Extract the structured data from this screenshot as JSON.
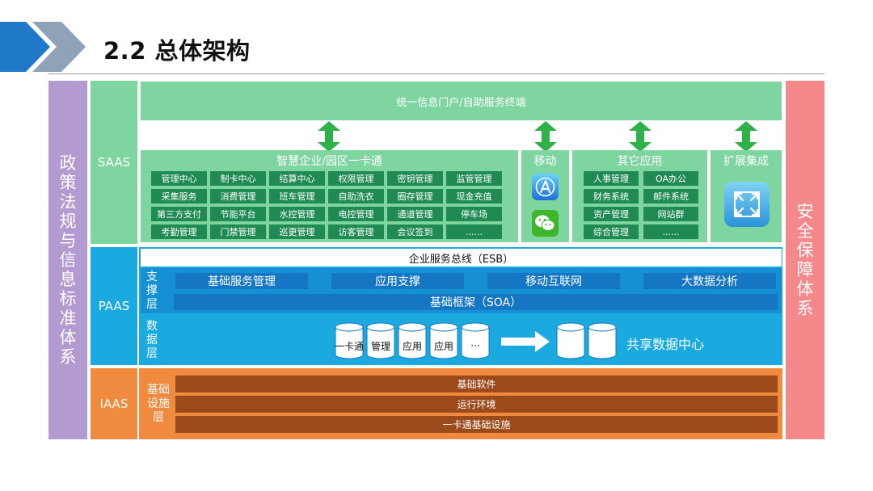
{
  "header": {
    "title": "2.2 总体架构"
  },
  "left_side": {
    "text": "政策法规与信息标准体系"
  },
  "right_side": {
    "text": "安全保障体系"
  },
  "layers": {
    "saas": "SAAS",
    "paas": "PAAS",
    "iaas": "IAAS"
  },
  "saas": {
    "portal": "统一信息门户/自助服务终端",
    "main_title": "智慧企业/园区一卡通",
    "main_rows": [
      [
        "管理中心",
        "制卡中心",
        "结算中心",
        "权限管理",
        "密钥管理",
        "监管管理"
      ],
      [
        "采集服务",
        "消费管理",
        "班车管理",
        "自助洗衣",
        "圈存管理",
        "现金充值"
      ],
      [
        "第三方支付",
        "节能平台",
        "水控管理",
        "电控管理",
        "通道管理",
        "停车场"
      ],
      [
        "考勤管理",
        "门禁管理",
        "巡更管理",
        "访客管理",
        "会议签到",
        "......"
      ]
    ],
    "mobile_title": "移动",
    "mobile_icons": [
      "app-store-icon",
      "wechat-icon"
    ],
    "other_title": "其它应用",
    "other_rows": [
      [
        "人事管理",
        "OA办公"
      ],
      [
        "财务系统",
        "邮件系统"
      ],
      [
        "资产管理",
        "网站群"
      ],
      [
        "综合管理",
        "......"
      ]
    ],
    "ext_title": "扩展集成",
    "ext_icon": "expand-icon"
  },
  "paas": {
    "esb": "企业服务总线（ESB）",
    "support_label": "支撑层",
    "support_items": [
      "基础服务管理",
      "应用支撑",
      "移动互联网",
      "大数据分析"
    ],
    "soa": "基础框架（SOA）",
    "data_label": "数据层",
    "databases": [
      "一卡通",
      "管理",
      "应用",
      "应用",
      "···"
    ],
    "shared_center": "共享数据中心"
  },
  "iaas": {
    "label": "基础设施层",
    "bars": [
      "基础软件",
      "运行环境",
      "一卡通基础设施"
    ]
  },
  "colors": {
    "saas_green": "#7fd5a0",
    "saas_cell": "#1f8a52",
    "paas_blue": "#1aaae0",
    "paas_cell": "#1576c4",
    "iaas_orange": "#f08a3e",
    "iaas_bar": "#9c4a1a",
    "left_purple": "#b39bd1",
    "right_pink": "#f4888b"
  }
}
